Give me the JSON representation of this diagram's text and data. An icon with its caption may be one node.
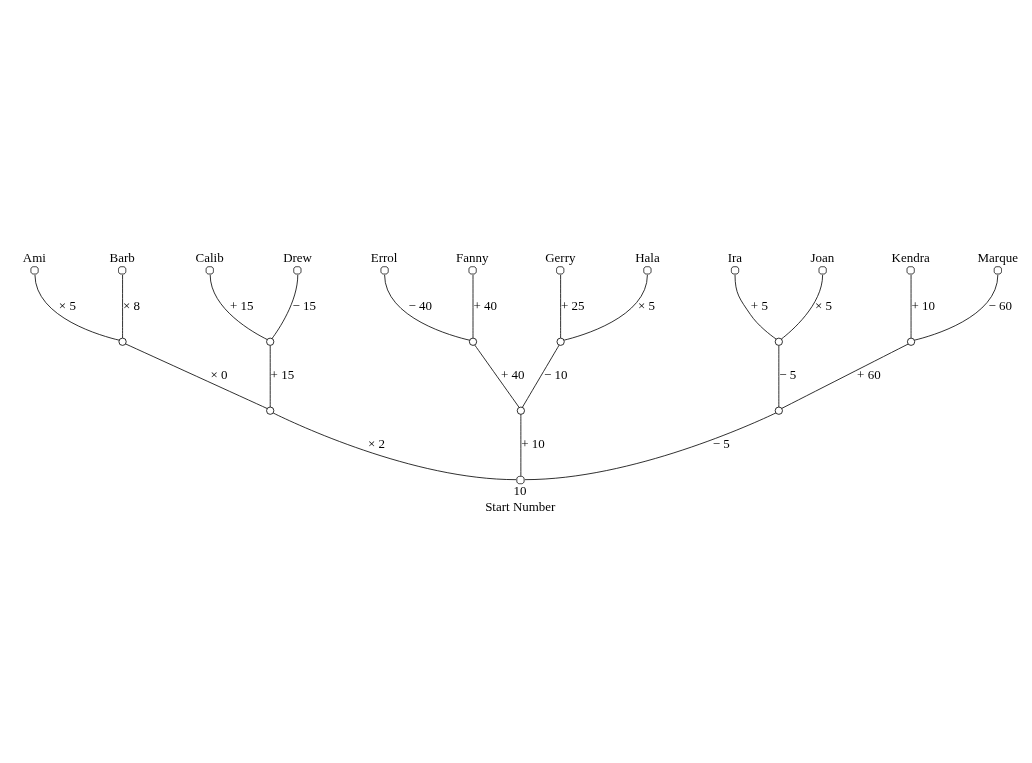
{
  "diagram": {
    "nodes": [
      {
        "text": [],
        "shape": "circle",
        "beside": [
          "10",
          "Start Number"
        ]
      },
      {
        "text": [],
        "shape": "circle"
      },
      {
        "text": [],
        "shape": "circle"
      },
      {
        "text": [],
        "shape": "circle"
      },
      {
        "text": [],
        "shape": "circle"
      },
      {
        "text": [],
        "shape": "circle"
      },
      {
        "text": [],
        "shape": "circle"
      },
      {
        "text": [],
        "shape": "circle"
      },
      {
        "text": [],
        "shape": "circle"
      },
      {
        "text": [],
        "shape": "circle"
      },
      {
        "text": [],
        "shape": "circle",
        "beside": [
          "Ami"
        ]
      },
      {
        "text": [],
        "shape": "circle",
        "beside": [
          "Barb"
        ]
      },
      {
        "text": [],
        "shape": "circle",
        "beside": [
          "Calib"
        ]
      },
      {
        "text": [],
        "shape": "circle",
        "beside": [
          "Drew"
        ]
      },
      {
        "text": [],
        "shape": "circle",
        "beside": [
          "Errol"
        ]
      },
      {
        "text": [],
        "shape": "circle",
        "beside": [
          "Fanny"
        ]
      },
      {
        "text": [],
        "shape": "circle",
        "beside": [
          "Gerry"
        ]
      },
      {
        "text": [],
        "shape": "circle",
        "beside": [
          "Hala"
        ]
      },
      {
        "text": [],
        "shape": "circle",
        "beside": [
          "Ira"
        ]
      },
      {
        "text": [],
        "shape": "circle",
        "beside": [
          "Joan"
        ]
      },
      {
        "text": [],
        "shape": "circle",
        "beside": [
          "Kendra"
        ]
      },
      {
        "text": [],
        "shape": "circle",
        "beside": [
          "Marque"
        ]
      }
    ],
    "edges": [
      {
        "from": 0,
        "to": 1,
        "arrow": "none",
        "label": "× 2"
      },
      {
        "from": 0,
        "to": 2,
        "arrow": "none",
        "label": "+ 10"
      },
      {
        "from": 0,
        "to": 3,
        "arrow": "none",
        "label": "− 5"
      },
      {
        "from": 1,
        "to": 4,
        "arrow": "none",
        "label": "× 0"
      },
      {
        "from": 1,
        "to": 5,
        "arrow": "none",
        "label": "+ 15"
      },
      {
        "from": 2,
        "to": 6,
        "arrow": "none",
        "label": "+ 40"
      },
      {
        "from": 2,
        "to": 7,
        "arrow": "none",
        "label": "− 10"
      },
      {
        "from": 3,
        "to": 8,
        "arrow": "none",
        "label": "− 5"
      },
      {
        "from": 3,
        "to": 9,
        "arrow": "none",
        "label": "+ 60"
      },
      {
        "from": 4,
        "to": 10,
        "arrow": "none",
        "label": "× 5"
      },
      {
        "from": 4,
        "to": 11,
        "arrow": "none",
        "label": "× 8"
      },
      {
        "from": 5,
        "to": 12,
        "arrow": "none",
        "label": "+ 15"
      },
      {
        "from": 5,
        "to": 13,
        "arrow": "none",
        "label": "− 15"
      },
      {
        "from": 6,
        "to": 14,
        "arrow": "none",
        "label": "− 40"
      },
      {
        "from": 6,
        "to": 15,
        "arrow": "none",
        "label": "+ 40"
      },
      {
        "from": 7,
        "to": 16,
        "arrow": "none",
        "label": "+ 25"
      },
      {
        "from": 7,
        "to": 17,
        "arrow": "none",
        "label": "× 5"
      },
      {
        "from": 8,
        "to": 18,
        "arrow": "none",
        "label": "+ 5"
      },
      {
        "from": 8,
        "to": 19,
        "arrow": "none",
        "label": "× 5"
      },
      {
        "from": 9,
        "to": 20,
        "arrow": "none",
        "label": "+ 10"
      },
      {
        "from": 9,
        "to": 21,
        "arrow": "none",
        "label": "− 60"
      }
    ]
  }
}
